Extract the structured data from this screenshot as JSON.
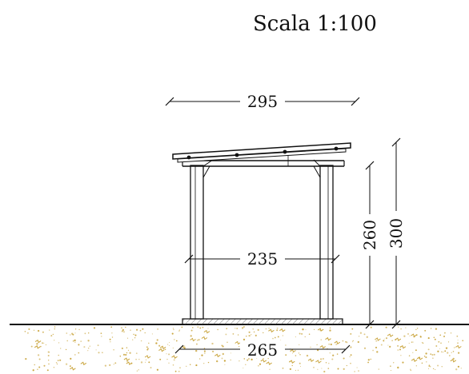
{
  "scale": "Scala 1:100",
  "dimensions": {
    "roof_width": "295",
    "inner_width": "235",
    "base_width": "265",
    "post_height": "260",
    "total_height": "300"
  },
  "colors": {
    "line": "#111111",
    "ground_dots": "#c9a43c",
    "base_hatch": "#888888"
  }
}
